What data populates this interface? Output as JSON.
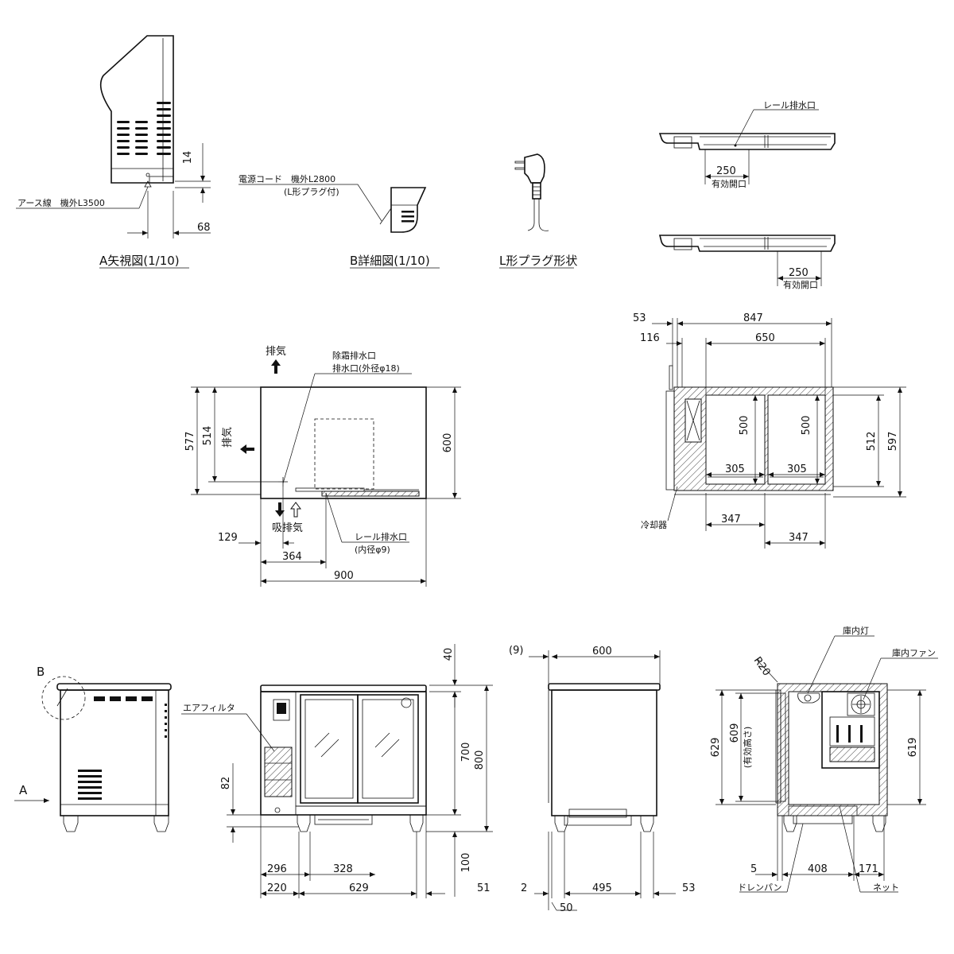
{
  "captions": {
    "view_a": "A矢視図(1/10)",
    "view_b": "B詳細図(1/10)",
    "plug": "L形プラグ形状"
  },
  "labels": {
    "earth_wire": "アース線　機外L3500",
    "power_cord": "電源コード　機外L2800",
    "power_cord_sub": "(L形プラグ付)",
    "rail_drain_top": "レール排水口",
    "effective_opening_1": "有効開口",
    "effective_opening_2": "有効開口",
    "exhaust_top": "排気",
    "exhaust_side": "排気",
    "intake_exhaust": "吸排気",
    "defrost_drain": "除霜排水口",
    "drain_outlet": "排水口(外径φ18)",
    "rail_drain": "レール排水口",
    "rail_drain_sub": "(内径φ9)",
    "cooler": "冷却器",
    "air_filter": "エアフィルタ",
    "interior_light": "庫内灯",
    "interior_fan": "庫内ファン",
    "drain_pan": "ドレンパン",
    "net": "ネット",
    "effective_height": "(有効高さ)",
    "label_a": "A",
    "label_b": "B"
  },
  "dims": {
    "a_14": "14",
    "a_68": "68",
    "p_250a": "250",
    "p_250b": "250",
    "p_53": "53",
    "p_847": "847",
    "p_116": "116",
    "p_650": "650",
    "p_500a": "500",
    "p_500b": "500",
    "p_305a": "305",
    "p_305b": "305",
    "p_512": "512",
    "p_597": "597",
    "p_347a": "347",
    "p_347b": "347",
    "t_577": "577",
    "t_514": "514",
    "t_600": "600",
    "t_129": "129",
    "t_364": "364",
    "t_900": "900",
    "f_40": "40",
    "f_700": "700",
    "f_800": "800",
    "f_82": "82",
    "f_100": "100",
    "f_296": "296",
    "f_328": "328",
    "f_220": "220",
    "f_629": "629",
    "f_51": "51",
    "s_9": "(9)",
    "s_600": "600",
    "s_2": "2",
    "s_495": "495",
    "s_53": "53",
    "s_50": "50",
    "x_r20": "R20",
    "x_629": "629",
    "x_609": "609",
    "x_619": "619",
    "x_5": "5",
    "x_408": "408",
    "x_171": "171"
  }
}
